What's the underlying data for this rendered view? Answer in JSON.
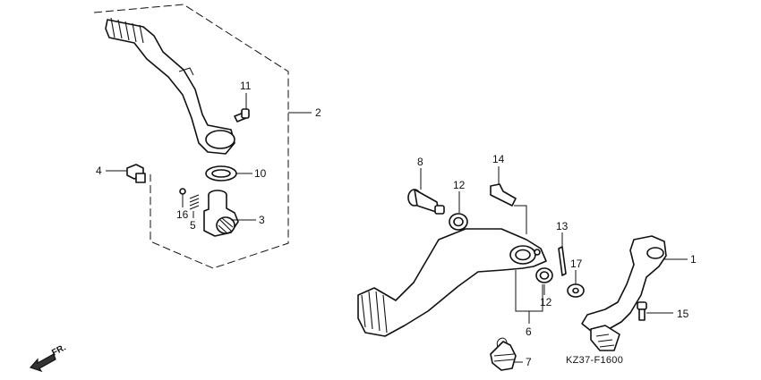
{
  "diagram_code": "KZ37-F1600",
  "direction_label": "FR.",
  "callouts": {
    "c1": "1",
    "c2": "2",
    "c3": "3",
    "c4": "4",
    "c5": "5",
    "c6": "6",
    "c7": "7",
    "c8": "8",
    "c10": "10",
    "c11": "11",
    "c12a": "12",
    "c12b": "12",
    "c13": "13",
    "c14": "14",
    "c15": "15",
    "c16": "16",
    "c17": "17"
  }
}
